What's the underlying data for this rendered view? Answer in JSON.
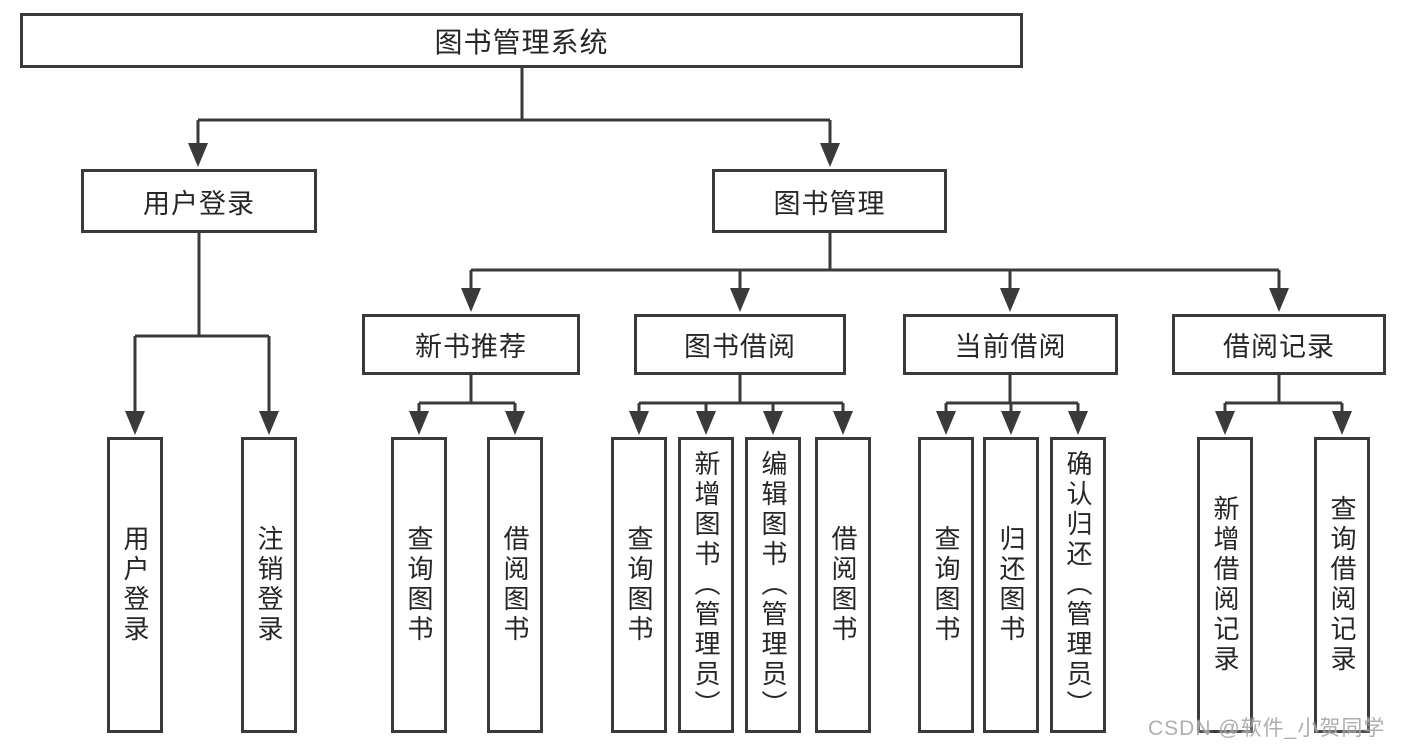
{
  "tree": {
    "root": {
      "label": "图书管理系统"
    },
    "branches": [
      {
        "label": "用户登录",
        "children": [
          {
            "label": "用户登录"
          },
          {
            "label": "注销登录"
          }
        ]
      },
      {
        "label": "图书管理",
        "groups": [
          {
            "label": "新书推荐",
            "children": [
              {
                "label": "查询图书"
              },
              {
                "label": "借阅图书"
              }
            ]
          },
          {
            "label": "图书借阅",
            "children": [
              {
                "label": "查询图书"
              },
              {
                "label": "新增图书（管理员）"
              },
              {
                "label": "编辑图书（管理员）"
              },
              {
                "label": "借阅图书"
              }
            ]
          },
          {
            "label": "当前借阅",
            "children": [
              {
                "label": "查询图书"
              },
              {
                "label": "归还图书"
              },
              {
                "label": "确认归还（管理员）"
              }
            ]
          },
          {
            "label": "借阅记录",
            "children": [
              {
                "label": "新增借阅记录"
              },
              {
                "label": "查询借阅记录"
              }
            ]
          }
        ]
      }
    ]
  },
  "watermark": {
    "text": "CSDN @软件_小贺同学"
  },
  "colors": {
    "line": "#3a3a3a",
    "text": "#262626",
    "watermark": "#a6a6a6",
    "background": "#ffffff"
  }
}
